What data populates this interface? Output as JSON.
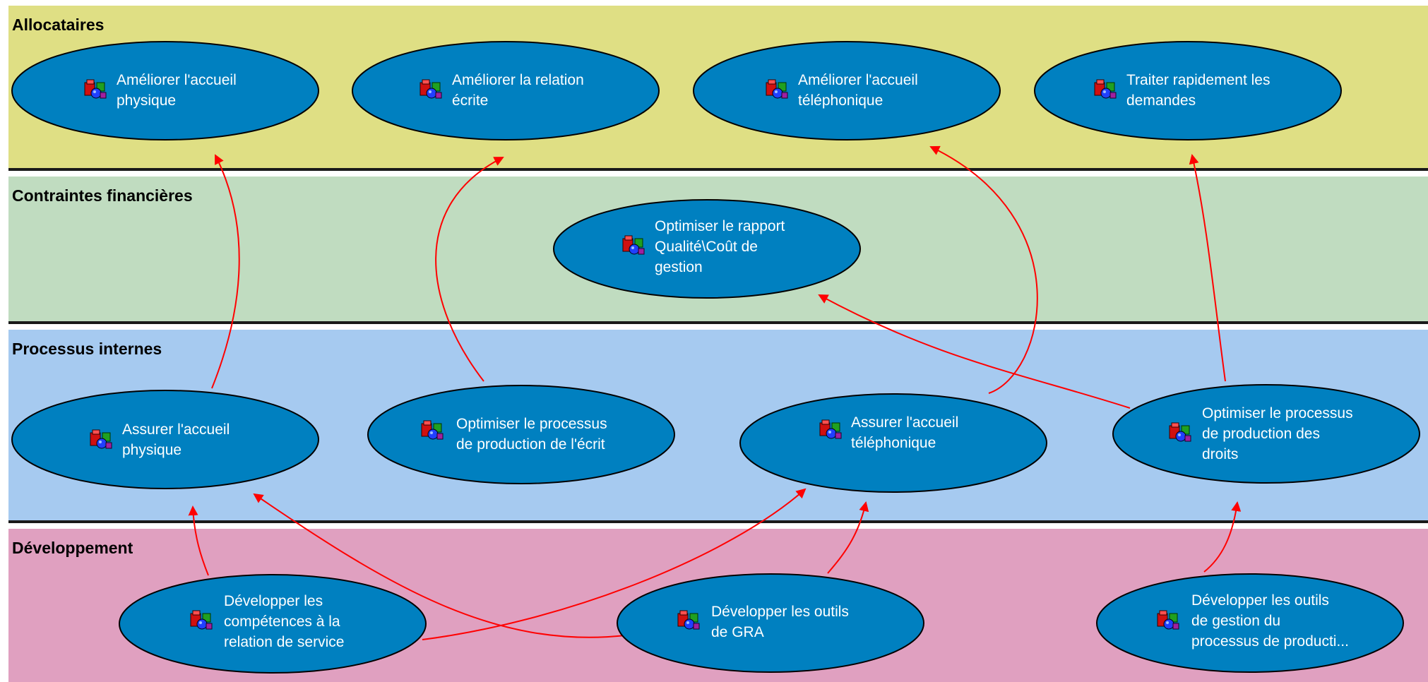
{
  "colors": {
    "band_allocataires": "#dfdf84",
    "band_contraintes": "#c0dcc0",
    "band_processus": "#a6caf0",
    "band_developpement": "#e0a0c0",
    "node_fill": "#0080c0",
    "node_stroke": "#000000",
    "arrow": "#ff0000"
  },
  "bands": [
    {
      "id": "allocataires",
      "title": "Allocataires"
    },
    {
      "id": "contraintes",
      "title": "Contraintes financières"
    },
    {
      "id": "processus",
      "title": "Processus internes"
    },
    {
      "id": "developpement",
      "title": "Développement"
    }
  ],
  "nodes": [
    {
      "id": "n1",
      "label": "Améliorer l'accueil\nphysique",
      "icon": "objective-icon"
    },
    {
      "id": "n2",
      "label": "Améliorer la relation\nécrite",
      "icon": "objective-icon"
    },
    {
      "id": "n3",
      "label": "Améliorer l'accueil\ntéléphonique",
      "icon": "objective-icon"
    },
    {
      "id": "n4",
      "label": "Traiter rapidement les\ndemandes",
      "icon": "objective-icon"
    },
    {
      "id": "n5",
      "label": "Optimiser le rapport\nQualité\\Coût de\ngestion",
      "icon": "objective-icon"
    },
    {
      "id": "n6",
      "label": "Assurer l'accueil\nphysique",
      "icon": "objective-icon"
    },
    {
      "id": "n7",
      "label": "Optimiser le processus\nde production de l'écrit",
      "icon": "objective-icon"
    },
    {
      "id": "n8",
      "label": "Assurer l'accueil\ntéléphonique",
      "icon": "objective-icon"
    },
    {
      "id": "n9",
      "label": "Optimiser le processus\nde production des\ndroits",
      "icon": "objective-icon"
    },
    {
      "id": "n10",
      "label": "Développer les\ncompétences à la\nrelation de service",
      "icon": "objective-icon"
    },
    {
      "id": "n11",
      "label": "Développer les outils\nde GRA",
      "icon": "objective-icon"
    },
    {
      "id": "n12",
      "label": "Développer les outils\nde gestion du\nprocessus de producti...",
      "icon": "objective-icon"
    }
  ],
  "links": [
    {
      "from": "n6",
      "to": "n1"
    },
    {
      "from": "n7",
      "to": "n2"
    },
    {
      "from": "n8",
      "to": "n3"
    },
    {
      "from": "n9",
      "to": "n4"
    },
    {
      "from": "n9",
      "to": "n5"
    },
    {
      "from": "n10",
      "to": "n6"
    },
    {
      "from": "n10",
      "to": "n8"
    },
    {
      "from": "n11",
      "to": "n6"
    },
    {
      "from": "n11",
      "to": "n8"
    },
    {
      "from": "n12",
      "to": "n9"
    }
  ]
}
